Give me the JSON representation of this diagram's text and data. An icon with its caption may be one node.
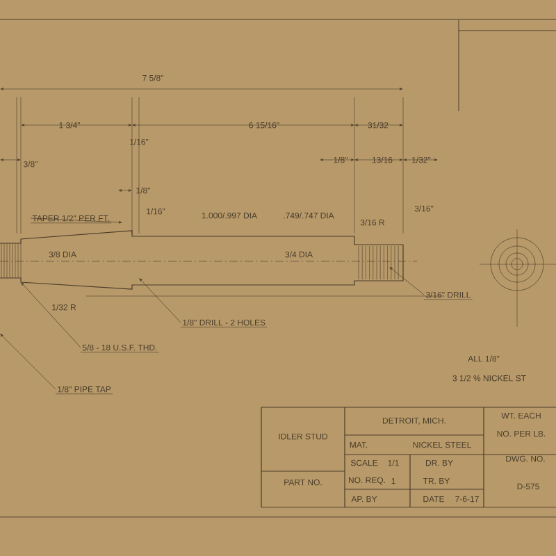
{
  "diagram": {
    "nodes": [
      {
        "text": [
          "TAPER 1/2\" PER FT."
        ]
      },
      {
        "text": [
          "1/8\" DRILL - 2 HOLES"
        ]
      },
      {
        "text": [
          "5/8 - 18 U.S.F. THD."
        ]
      },
      {
        "text": [
          "1/8\" PIPE TAP"
        ]
      },
      {
        "text": [
          "3/16\" DRILL"
        ]
      }
    ],
    "edges": [
      {
        "from": 0,
        "to": null,
        "arrow": "to"
      },
      {
        "from": 1,
        "to": null,
        "arrow": "to"
      },
      {
        "from": 2,
        "to": null,
        "arrow": "to"
      },
      {
        "from": 3,
        "to": null,
        "arrow": "to"
      },
      {
        "from": 4,
        "to": null,
        "arrow": "to"
      }
    ],
    "labels": [
      "7 5/8\"",
      "1 3/4\"",
      "1/16\"",
      "3/8\"",
      "6 15/16\"",
      "31/32",
      "1/8\"",
      "13/16",
      "1/32\"",
      "1/8\"",
      "1/16\"",
      "1.000/.997 DIA",
      ".749/.747 DIA",
      "3/16 R",
      "3/16\"",
      "3/8 DIA",
      "3/4 DIA",
      "1/32 R",
      "ALL 1/8\"",
      "3 1/2 % NICKEL ST",
      "IDLER STUD",
      "PART NO.",
      "DETROIT, MICH.",
      "MAT.",
      "NICKEL STEEL",
      "SCALE",
      "1/1",
      "DR. BY",
      "NO. REQ.",
      "1",
      "TR. BY",
      "AP. BY",
      "DATE",
      "7-6-17",
      "WT. EACH",
      "NO. PER LB.",
      "DWG. NO.",
      "D-575"
    ]
  }
}
